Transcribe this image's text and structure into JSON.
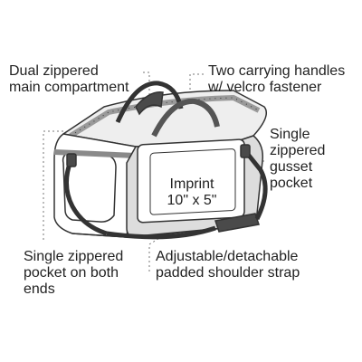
{
  "labels": {
    "main_compartment": "Dual zippered\nmain compartment",
    "handles": "Two carrying handles\nw/ velcro fastener",
    "gusset_pocket": "Single\nzippered\ngusset\npocket",
    "end_pockets": "Single zippered\npocket on  both\nends",
    "strap": "Adjustable/detachable\npadded shoulder strap"
  },
  "imprint": {
    "text": "Imprint",
    "size": "10\" x 5\""
  },
  "colors": {
    "outline": "#333333",
    "panel": "#d9d9d9",
    "dark": "#4a4a4a",
    "leader": "#777777"
  }
}
